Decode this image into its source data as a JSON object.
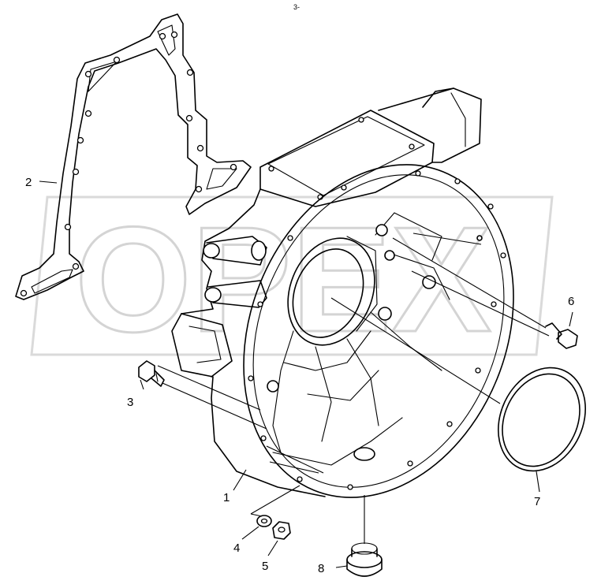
{
  "watermark": "OPEX",
  "header_mark": "3-",
  "callouts": [
    {
      "id": "1",
      "label": "1"
    },
    {
      "id": "2",
      "label": "2"
    },
    {
      "id": "3",
      "label": "3"
    },
    {
      "id": "4",
      "label": "4"
    },
    {
      "id": "5",
      "label": "5"
    },
    {
      "id": "6",
      "label": "6"
    },
    {
      "id": "7",
      "label": "7"
    },
    {
      "id": "8",
      "label": "8"
    }
  ]
}
